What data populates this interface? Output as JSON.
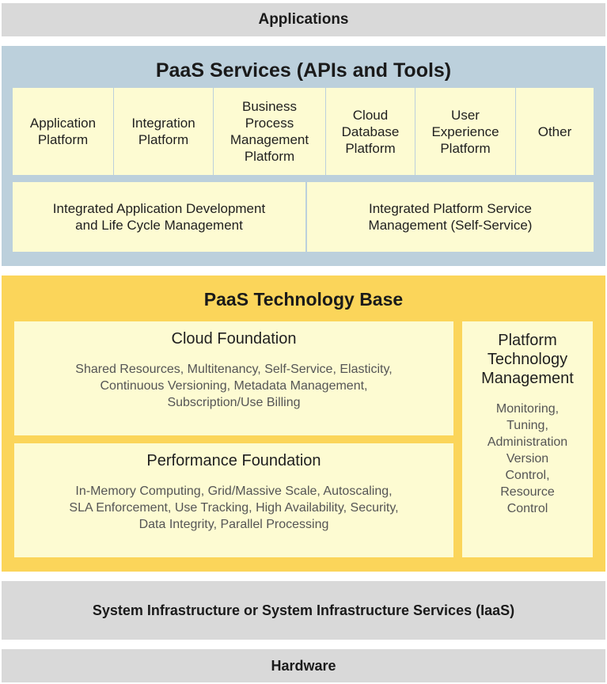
{
  "applications": {
    "label": "Applications"
  },
  "paas_services": {
    "title": "PaaS Services (APIs and Tools)",
    "platforms": [
      "Application\nPlatform",
      "Integration\nPlatform",
      "Business\nProcess\nManagement\nPlatform",
      "Cloud\nDatabase\nPlatform",
      "User\nExperience\nPlatform",
      "Other"
    ],
    "integrated": [
      "Integrated Application Development\nand Life Cycle Management",
      "Integrated Platform Service\nManagement (Self-Service)"
    ]
  },
  "technology_base": {
    "title": "PaaS Technology Base",
    "cloud_foundation": {
      "title": "Cloud Foundation",
      "body": "Shared Resources, Multitenancy, Self-Service, Elasticity,\nContinuous Versioning, Metadata Management,\nSubscription/Use Billing"
    },
    "performance_foundation": {
      "title": "Performance Foundation",
      "body": "In-Memory Computing, Grid/Massive Scale, Autoscaling,\nSLA Enforcement, Use Tracking, High Availability, Security,\nData Integrity, Parallel Processing"
    },
    "platform_technology_management": {
      "title": "Platform\nTechnology\nManagement",
      "body": "Monitoring,\nTuning,\nAdministration\nVersion\nControl,\nResource\nControl"
    }
  },
  "system_infrastructure": {
    "label": "System Infrastructure or System Infrastructure Services (IaaS)"
  },
  "hardware": {
    "label": "Hardware"
  }
}
